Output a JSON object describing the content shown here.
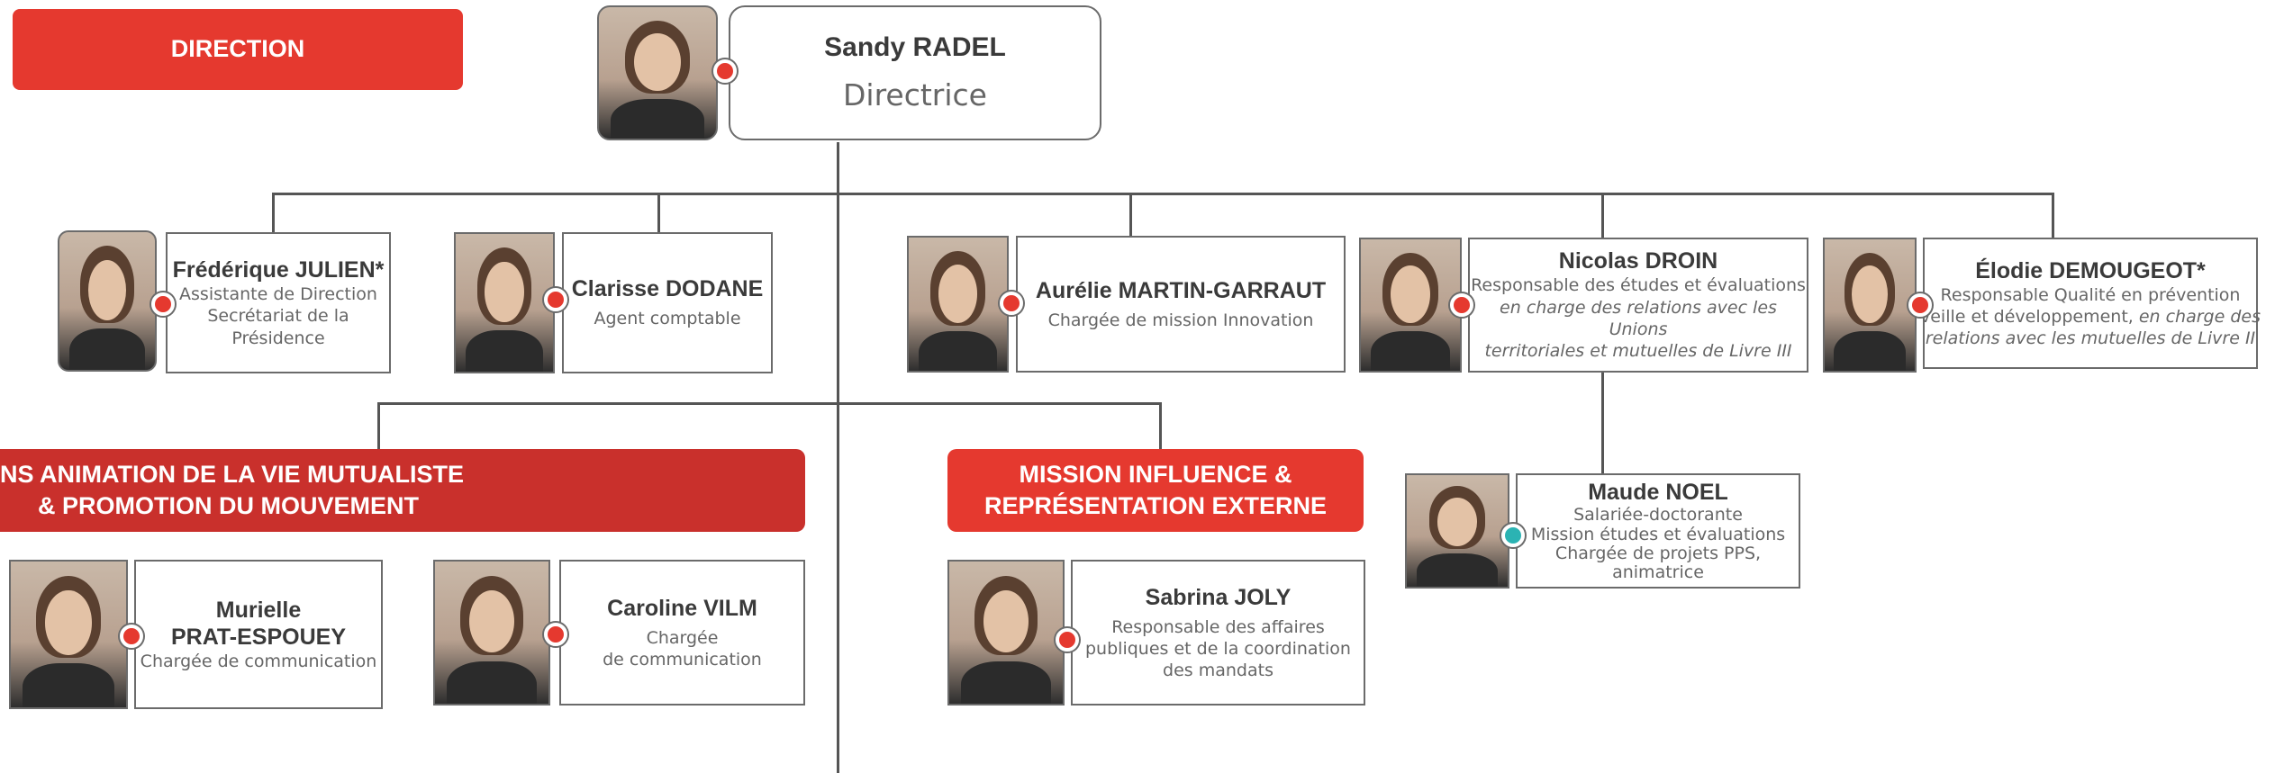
{
  "headers": {
    "direction": "DIRECTION",
    "animation_line1": "NS ANIMATION DE LA VIE MUTUALISTE",
    "animation_line2": "& PROMOTION DU MOUVEMENT",
    "influence_line1": "MISSION INFLUENCE &",
    "influence_line2": "REPRÉSENTATION EXTERNE"
  },
  "director": {
    "name": "Sandy RADEL",
    "role": "Directrice"
  },
  "staff": {
    "frederique": {
      "name": "Frédérique JULIEN*",
      "role1": "Assistante de Direction",
      "role2": "Secrétariat de la",
      "role3": "Présidence"
    },
    "clarisse": {
      "name": "Clarisse DODANE",
      "role1": "Agent comptable"
    },
    "aurelie": {
      "name": "Aurélie MARTIN-GARRAUT",
      "role1": "Chargée de mission Innovation"
    },
    "nicolas": {
      "name": "Nicolas DROIN",
      "role1": "Responsable des études et évaluations",
      "role2": "en charge des relations avec les Unions",
      "role3": "territoriales et mutuelles de Livre III"
    },
    "elodie": {
      "name": "Élodie DEMOUGEOT*",
      "role1": "Responsable Qualité en prévention",
      "role2a": "veille et développement, ",
      "role2b": "en charge des",
      "role3": "relations avec les mutuelles de Livre II"
    },
    "murielle": {
      "name1": "Murielle",
      "name2": "PRAT-ESPOUEY",
      "role1": "Chargée de communication"
    },
    "caroline": {
      "name": "Caroline VILM",
      "role1": "Chargée",
      "role2": "de communication"
    },
    "sabrina": {
      "name": "Sabrina JOLY",
      "role1": "Responsable des affaires",
      "role2": "publiques et de la coordination",
      "role3": "des mandats"
    },
    "maude": {
      "name": "Maude NOEL",
      "role1": "Salariée-doctorante",
      "role2": "Mission études et évaluations",
      "role3": "Chargée de projets PPS,",
      "role4": "animatrice"
    }
  }
}
